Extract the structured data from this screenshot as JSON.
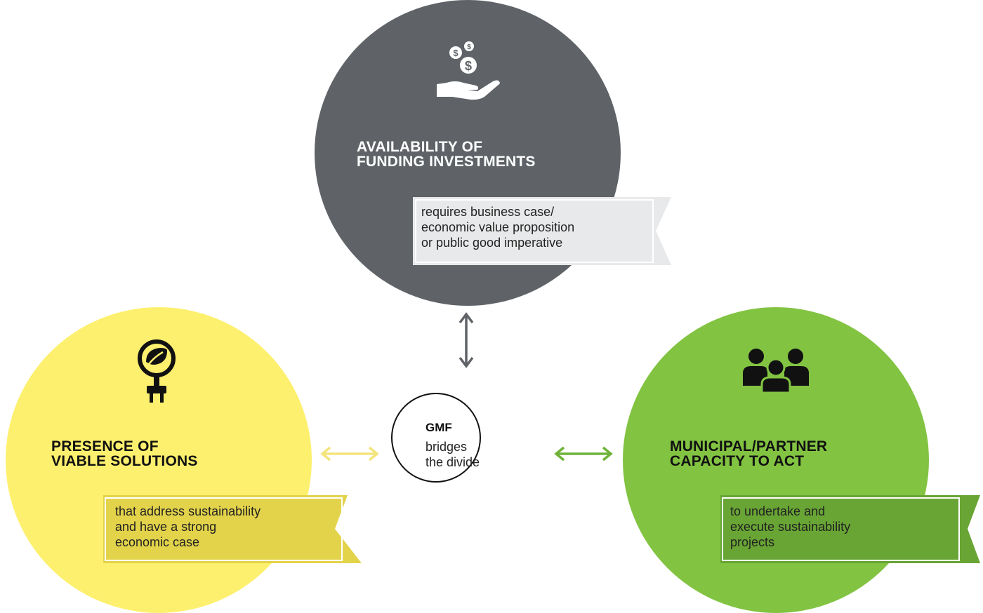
{
  "colors": {
    "top_circle": "#5f6368",
    "left_circle": "#fdf06e",
    "right_circle": "#82c342",
    "top_ribbon": "#e8e9ea",
    "left_ribbon": "#e3d34a",
    "right_ribbon": "#68a534",
    "arrow_vertical": "#5f6368",
    "arrow_left": "#f3e47c",
    "arrow_right": "#6fb23a"
  },
  "top": {
    "icon": "money-hand-icon",
    "heading_lines": [
      "AVAILABILITY OF",
      "FUNDING INVESTMENTS"
    ],
    "ribbon_lines": [
      "requires business case/",
      "economic value proposition",
      "or public good imperative"
    ]
  },
  "left": {
    "icon": "eco-plug-icon",
    "heading_lines": [
      "PRESENCE OF",
      "VIABLE SOLUTIONS"
    ],
    "ribbon_lines": [
      "that address sustainability",
      "and have a strong",
      "economic case"
    ]
  },
  "right": {
    "icon": "people-group-icon",
    "heading_lines": [
      "MUNICIPAL/PARTNER",
      "CAPACITY TO ACT"
    ],
    "ribbon_lines": [
      "to undertake and",
      "execute sustainability",
      "projects"
    ]
  },
  "center": {
    "title": "GMF",
    "text_lines": [
      "bridges",
      "the divide"
    ]
  }
}
